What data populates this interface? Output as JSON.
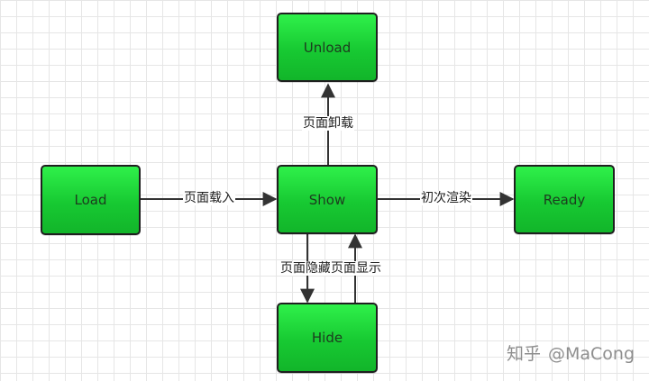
{
  "nodes": {
    "unload": "Unload",
    "load": "Load",
    "show": "Show",
    "ready": "Ready",
    "hide": "Hide"
  },
  "edges": {
    "load_to_show": "页面载入",
    "show_to_unload": "页面卸载",
    "show_to_ready": "初次渲染",
    "show_to_hide": "页面隐藏",
    "hide_to_show": "页面显示"
  },
  "watermark": {
    "brand": "知乎",
    "handle": "@MaCong"
  },
  "colors": {
    "node_fill": "#17c932",
    "node_border": "#1f1f1f",
    "edge": "#333333",
    "grid": "#e6e6e6"
  }
}
